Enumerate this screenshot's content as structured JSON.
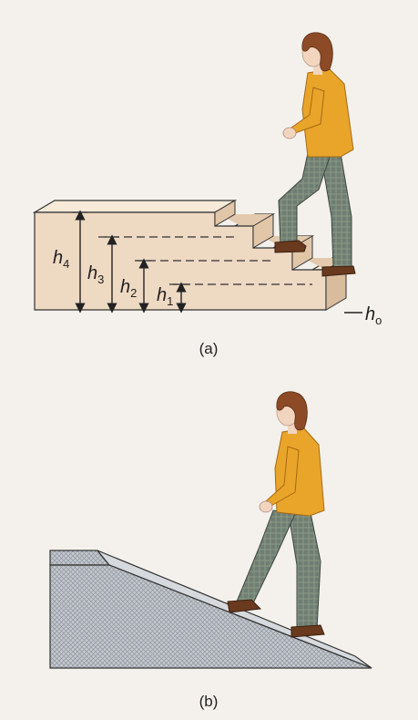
{
  "figure_a": {
    "caption": "(a)",
    "labels": {
      "h4": {
        "base": "h",
        "sub": "4"
      },
      "h3": {
        "base": "h",
        "sub": "3"
      },
      "h2": {
        "base": "h",
        "sub": "2"
      },
      "h1": {
        "base": "h",
        "sub": "1"
      },
      "h0": {
        "base": "h",
        "sub": "o"
      }
    }
  },
  "figure_b": {
    "caption": "(b)"
  },
  "colors": {
    "block_face": "#eed9c3",
    "block_top": "#f7ead9",
    "ramp_fill": "#c6cbd1",
    "shirt": "#e8a52a",
    "pants": "#6f7d72",
    "hair": "#8c4a26",
    "skin": "#f2d5bf",
    "shoes": "#6a3a1e"
  }
}
